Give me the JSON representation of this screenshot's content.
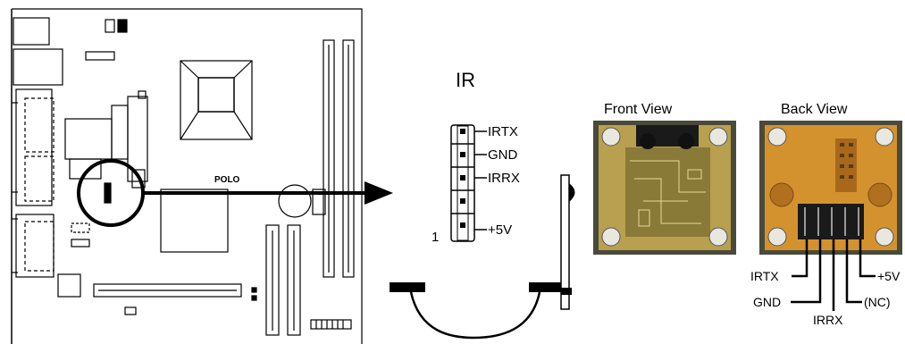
{
  "board": {
    "chip_label": "POLO"
  },
  "connector": {
    "title": "IR",
    "pin_one_marker": "1",
    "pins": [
      "IRTX",
      "GND",
      "IRRX",
      "",
      "+5V"
    ]
  },
  "module_front": {
    "caption": "Front View"
  },
  "module_back": {
    "caption": "Back View",
    "labels": {
      "irtx": "IRTX",
      "gnd": "GND",
      "irrx": "IRRX",
      "nc": "(NC)",
      "vcc": "+5V"
    }
  },
  "colors": {
    "line": "#000000",
    "pcb_front": "#b8a050",
    "pcb_back": "#d4922e",
    "mount_hole": "#e8e8e0",
    "pcb_frame": "#4a4a3a"
  }
}
